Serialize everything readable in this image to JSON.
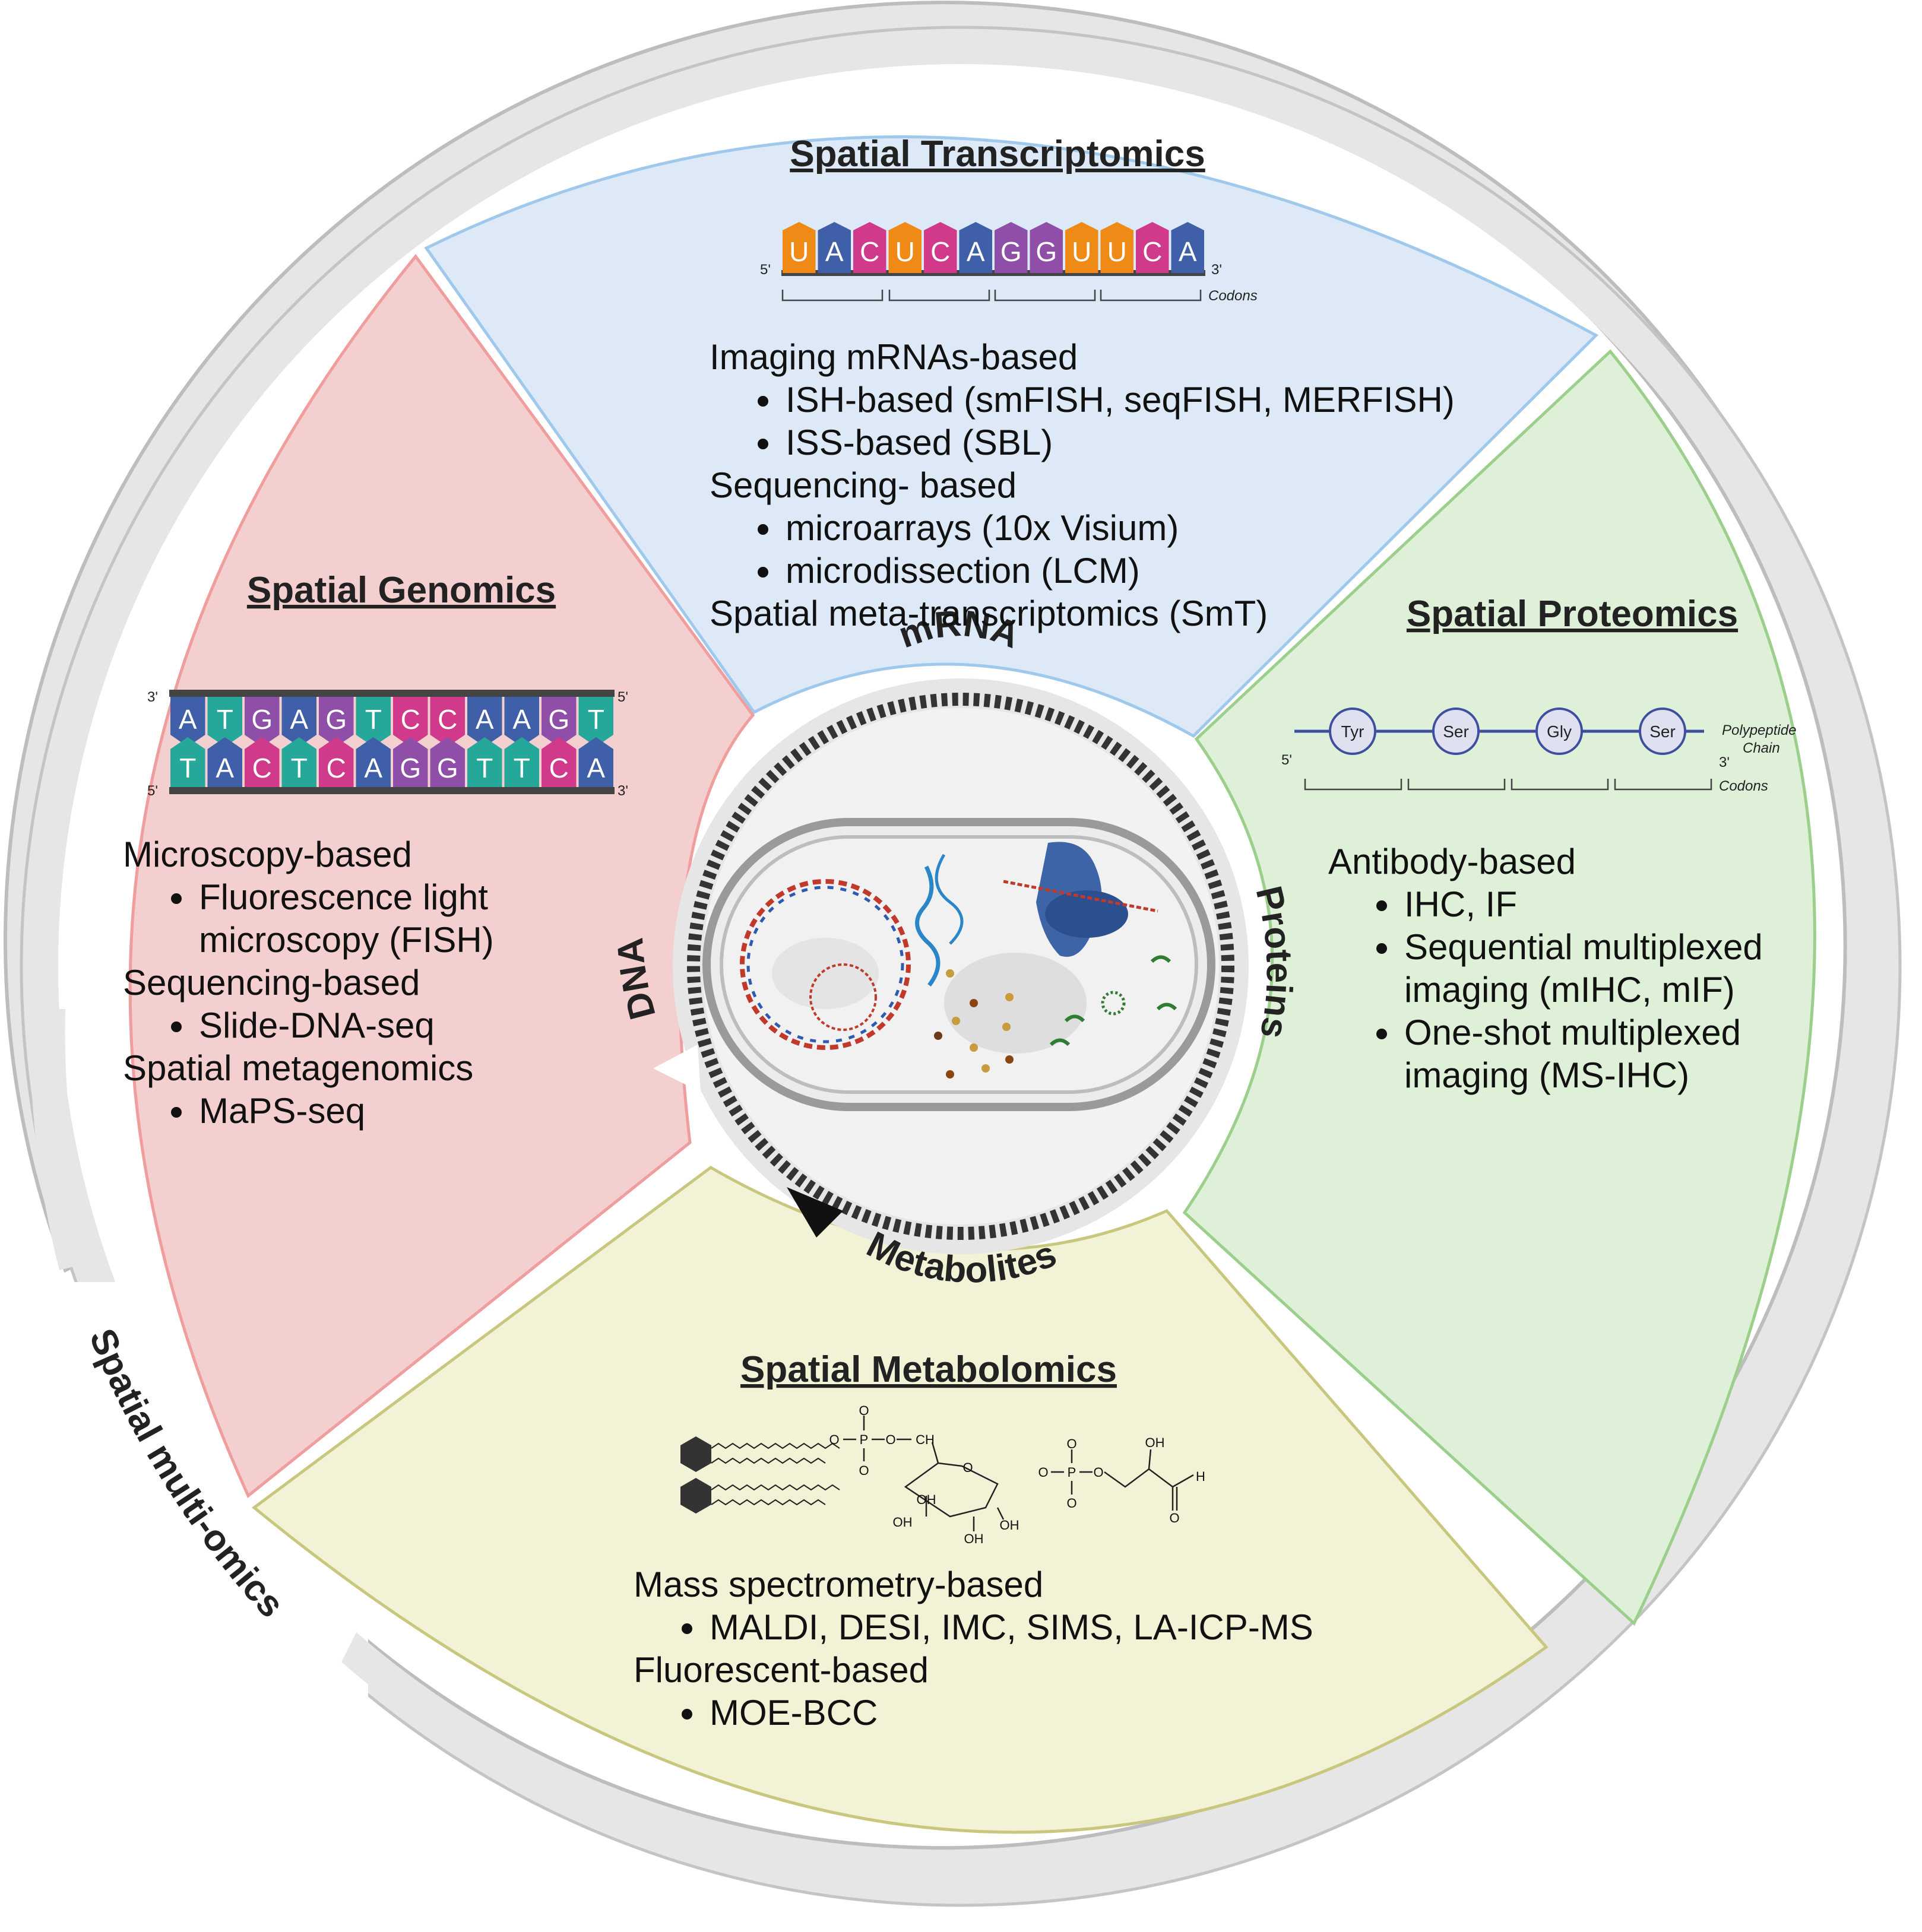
{
  "outer_label": "Spatial multi-omics",
  "ring_labels": {
    "mrna": "mRNA",
    "dna": "DNA",
    "proteins": "Proteins",
    "metabolites": "Metabolites"
  },
  "colors": {
    "transcriptomics_fill": "#dde9f6",
    "transcriptomics_stroke": "#9fc9ec",
    "genomics_fill": "#f4cfcf",
    "genomics_stroke": "#ef9d9d",
    "proteomics_fill": "#dff0d8",
    "proteomics_stroke": "#9dcf8c",
    "metabolomics_fill": "#f2f2d6",
    "metabolomics_stroke": "#c9c77e",
    "ring": "#e6e6e6",
    "ring_stroke": "#bdbdbd"
  },
  "transcriptomics": {
    "title": "Spatial Transcriptomics",
    "sequence": [
      "U",
      "A",
      "C",
      "U",
      "C",
      "A",
      "G",
      "G",
      "U",
      "U",
      "C",
      "A"
    ],
    "five_prime": "5'",
    "three_prime": "3'",
    "codons": "Codons",
    "lines": [
      {
        "text": "Imaging mRNAs-based",
        "bullet": false
      },
      {
        "text": "ISH-based (smFISH, seqFISH, MERFISH)",
        "bullet": true
      },
      {
        "text": "ISS-based (SBL)",
        "bullet": true
      },
      {
        "text": "Sequencing- based",
        "bullet": false
      },
      {
        "text": "microarrays (10x Visium)",
        "bullet": true
      },
      {
        "text": "microdissection (LCM)",
        "bullet": true
      },
      {
        "text": "Spatial meta-transcriptomics (SmT)",
        "bullet": false
      }
    ]
  },
  "genomics": {
    "title": "Spatial Genomics",
    "top_strand": [
      "A",
      "T",
      "G",
      "A",
      "G",
      "T",
      "C",
      "C",
      "A",
      "A",
      "G",
      "T"
    ],
    "bottom_strand": [
      "T",
      "A",
      "C",
      "T",
      "C",
      "A",
      "G",
      "G",
      "T",
      "T",
      "C",
      "A"
    ],
    "top_left": "3'",
    "top_right": "5'",
    "bottom_left": "5'",
    "bottom_right": "3'",
    "lines": [
      {
        "text": "Microscopy-based",
        "bullet": false
      },
      {
        "text": "Fluorescence light",
        "bullet": true
      },
      {
        "text": "microscopy (FISH)",
        "bullet": false,
        "indent": true
      },
      {
        "text": "Sequencing-based",
        "bullet": false
      },
      {
        "text": "Slide-DNA-seq",
        "bullet": true
      },
      {
        "text": "Spatial metagenomics",
        "bullet": false
      },
      {
        "text": "MaPS-seq",
        "bullet": true
      }
    ]
  },
  "proteomics": {
    "title": "Spatial Proteomics",
    "amino_acids": [
      "Tyr",
      "Ser",
      "Gly",
      "Ser"
    ],
    "chain_label_1": "Polypeptide",
    "chain_label_2": "Chain",
    "five_prime": "5'",
    "three_prime": "3'",
    "codons": "Codons",
    "lines": [
      {
        "text": "Antibody-based",
        "bullet": false
      },
      {
        "text": "IHC, IF",
        "bullet": true
      },
      {
        "text": "Sequential multiplexed",
        "bullet": true
      },
      {
        "text": "imaging (mIHC, mIF)",
        "bullet": false,
        "indent": true
      },
      {
        "text": "One-shot multiplexed",
        "bullet": true
      },
      {
        "text": "imaging (MS-IHC)",
        "bullet": false,
        "indent": true
      }
    ]
  },
  "metabolomics": {
    "title": "Spatial Metabolomics",
    "lines": [
      {
        "text": "Mass spectrometry-based",
        "bullet": false
      },
      {
        "text": "MALDI, DESI, IMC, SIMS, LA-ICP-MS",
        "bullet": true
      },
      {
        "text": "Fluorescent-based",
        "bullet": false
      },
      {
        "text": "MOE-BCC",
        "bullet": true
      }
    ],
    "chem": {
      "o": "O",
      "o_minus": "O",
      "p": "P",
      "ch2": "CH",
      "oh": "OH",
      "h": "H"
    }
  }
}
